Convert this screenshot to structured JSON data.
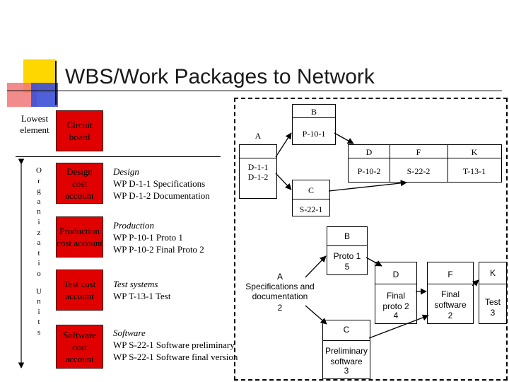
{
  "title": "WBS/Work Packages to Network",
  "left_header": {
    "lowest_element": "Lowest element",
    "circuit_board": "Circuit board"
  },
  "vertical_label": {
    "letters": [
      "O",
      "r",
      "g",
      "a",
      "n",
      "i",
      "z",
      "a",
      "t",
      "i",
      "o",
      "",
      "U",
      "n",
      "i",
      "t",
      "s"
    ]
  },
  "cost_accounts": [
    {
      "label": "Design cost account",
      "heading": "Design",
      "packages": [
        "WP D-1-1 Specifications",
        "WP D-1-2 Documentation"
      ]
    },
    {
      "label": "Production cost account",
      "heading": "Production",
      "packages": [
        "WP P-10-1 Proto 1",
        "WP P-10-2 Final Proto 2"
      ]
    },
    {
      "label": "Test cost account",
      "heading": "Test systems",
      "packages": [
        "WP T-13-1 Test"
      ]
    },
    {
      "label": "Software cost account",
      "heading": "Software",
      "packages": [
        "WP S-22-1 Software preliminary",
        "WP S-22-1 Software final version"
      ]
    }
  ],
  "top_network": {
    "B": "B",
    "P101": "P-10-1",
    "A": "A",
    "D11": "D-1-1",
    "D12": "D-1-2",
    "D": "D",
    "F": "F",
    "K": "K",
    "P102": "P-10-2",
    "S222": "S-22-2",
    "T131": "T-13-1",
    "C": "C",
    "S221": "S-22-1"
  },
  "bottom_network": {
    "B": {
      "label": "B",
      "text": "Proto 1",
      "num": "5"
    },
    "A": {
      "label": "A",
      "text": "Specifications and documentation",
      "num": "2"
    },
    "D": {
      "label": "D",
      "text": "Final proto 2",
      "num": "4"
    },
    "F": {
      "label": "F",
      "text": "Final software",
      "num": "2"
    },
    "K": {
      "label": "K",
      "text": "Test",
      "num": "3"
    },
    "C": {
      "label": "C",
      "text": "Preliminary software",
      "num": "3"
    }
  }
}
